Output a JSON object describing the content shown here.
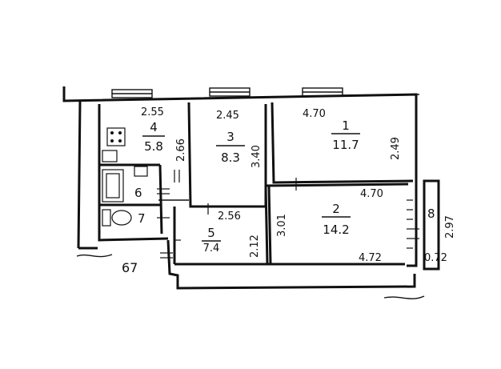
{
  "rooms": [
    {
      "id": "1",
      "area": "11.7",
      "width": "4.70",
      "height": "2.49"
    },
    {
      "id": "2",
      "area": "14.2",
      "width_top": "4.70",
      "width_bottom": "4.72",
      "height": "3.01"
    },
    {
      "id": "3",
      "area": "8.3",
      "width": "2.45",
      "height": "3.40"
    },
    {
      "id": "4",
      "area": "5.8",
      "width": "2.55",
      "height": "2.66"
    },
    {
      "id": "5",
      "area": "7.4",
      "width": "2.56",
      "height": "2.12"
    },
    {
      "id": "6"
    },
    {
      "id": "7"
    },
    {
      "id": "8",
      "height": "2.97",
      "width": "0.72"
    }
  ],
  "apartment_label": "67"
}
